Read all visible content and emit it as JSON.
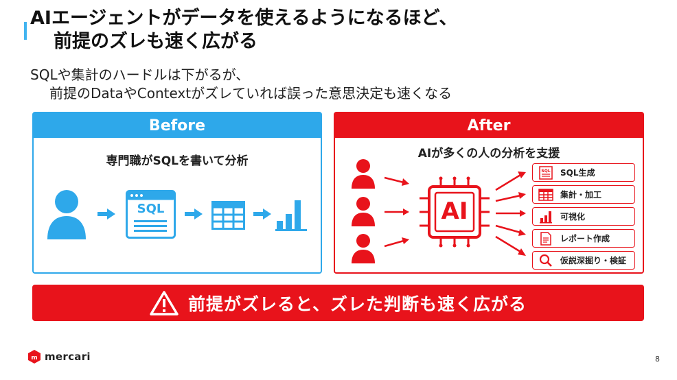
{
  "slide": {
    "title_line1": "AIエージェントがデータを使えるようになるほど、",
    "title_line2": "前提のズレも速く広がる",
    "subtitle_line1": "SQLや集計のハードルは下がるが、",
    "subtitle_line2": "前提のDataやContextがズレていれば誤った意思決定も速くなる",
    "accent_color": "#42b4f0",
    "page_number": "8"
  },
  "before": {
    "header": "Before",
    "caption": "専門職がSQLを書いて分析",
    "color": "#2ea8ea",
    "sql_label": "SQL",
    "icons": [
      "person-icon",
      "arrow-right-icon",
      "sql-window-icon",
      "arrow-right-icon",
      "table-icon",
      "arrow-right-icon",
      "bar-chart-icon"
    ]
  },
  "after": {
    "header": "After",
    "caption": "AIが多くの人の分析を支援",
    "color": "#e8131b",
    "chip_label": "AI",
    "tools": [
      {
        "label": "SQL生成",
        "icon": "sql-doc-icon"
      },
      {
        "label": "集計・加工",
        "icon": "table-icon"
      },
      {
        "label": "可視化",
        "icon": "bar-chart-icon"
      },
      {
        "label": "レポート作成",
        "icon": "document-icon"
      },
      {
        "label": "仮説深掘り・検証",
        "icon": "search-icon"
      }
    ]
  },
  "banner": {
    "text": "前提がズレると、ズレた判断も速く広がる",
    "icon": "warning-icon"
  },
  "footer": {
    "logo_text": "mercari"
  }
}
